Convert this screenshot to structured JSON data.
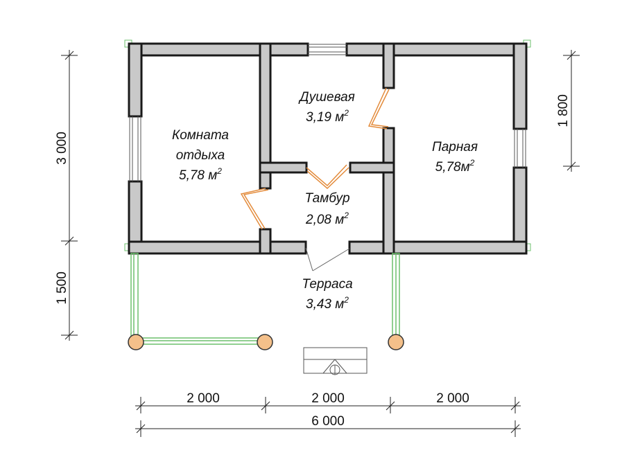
{
  "rooms": {
    "komnata": {
      "line1": "Комната",
      "line2": "отдыха",
      "area": "5,78 м",
      "unit_sup": "2"
    },
    "dushevaya": {
      "name": "Душевая",
      "area": "3,19 м",
      "unit_sup": "2"
    },
    "parnaya": {
      "name": "Парная",
      "area": "5,78м",
      "unit_sup": "2"
    },
    "tambur": {
      "name": "Тамбур",
      "area": "2,08 м",
      "unit_sup": "2"
    },
    "terrasa": {
      "name": "Терраса",
      "area": "3,43 м",
      "unit_sup": "2"
    }
  },
  "dimensions": {
    "bottom_segments": [
      "2 000",
      "2 000",
      "2 000"
    ],
    "bottom_total": "6 000",
    "left_upper": "3 000",
    "left_lower": "1 500",
    "right": "1 800"
  }
}
